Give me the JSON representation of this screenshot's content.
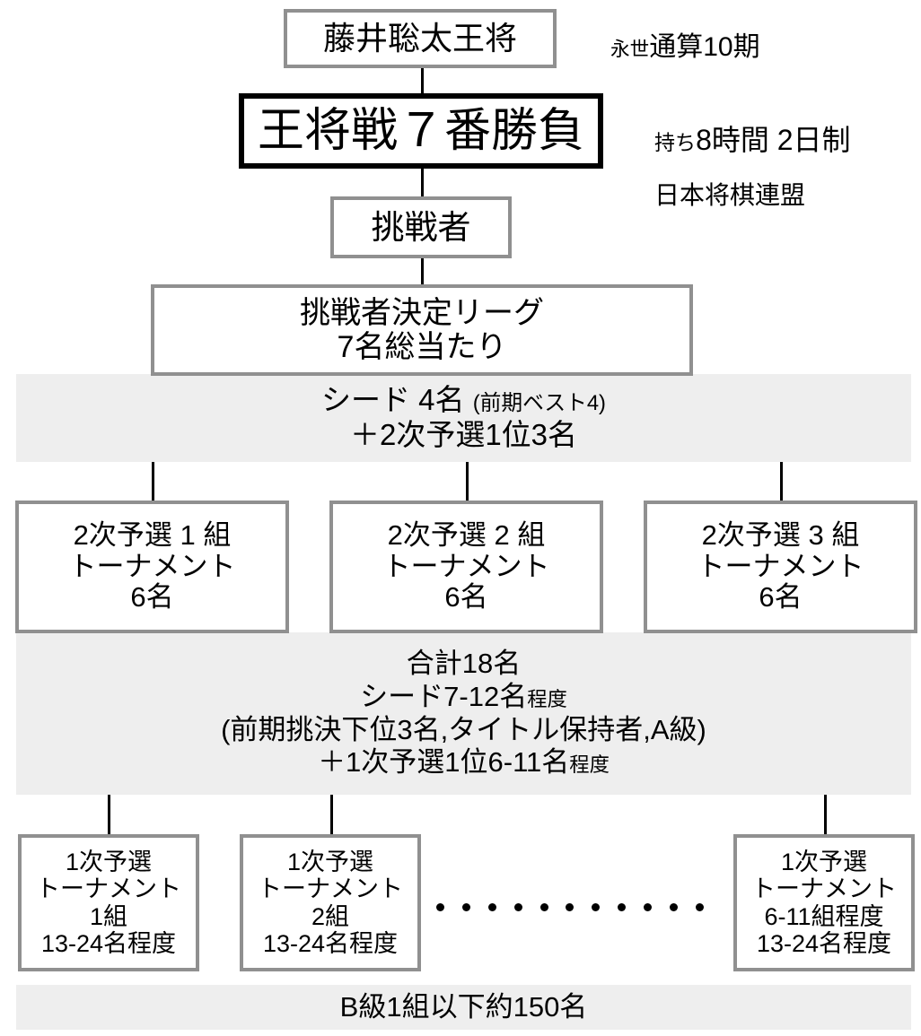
{
  "diagram": {
    "title_holder": "藤井聡太王将",
    "main_title": "王将戦７番勝負",
    "challenger": "挑戦者",
    "league": {
      "line1": "挑戦者決定リーグ",
      "line2": "7名総当たり"
    },
    "side_notes": {
      "eternal_prefix": "永世",
      "eternal_value": "通算10期",
      "time_prefix": "持ち",
      "time_value": "8時間 2日制",
      "organizer": "日本将棋連盟"
    },
    "seed_band": {
      "line1_main": "シード 4名 ",
      "line1_small": "(前期ベスト4)",
      "line2": "＋2次予選1位3名"
    },
    "second_prelim": [
      {
        "line1": "2次予選 1 組",
        "line2": "トーナメント",
        "line3": "6名"
      },
      {
        "line1": "2次予選 2 組",
        "line2": "トーナメント",
        "line3": "6名"
      },
      {
        "line1": "2次予選 3 組",
        "line2": "トーナメント",
        "line3": "6名"
      }
    ],
    "total_band": {
      "line1": "合計18名",
      "line2_main": "シード7-12名",
      "line2_small": "程度",
      "line3": "(前期挑決下位3名,タイトル保持者,A級)",
      "line4_main": "＋1次予選1位6-11名",
      "line4_small": "程度"
    },
    "first_prelim": [
      {
        "line1": "1次予選",
        "line2": "トーナメント",
        "line3": "1組",
        "line4": "13-24名程度"
      },
      {
        "line1": "1次予選",
        "line2": "トーナメント",
        "line3": "2組",
        "line4": "13-24名程度"
      },
      {
        "line1": "1次予選",
        "line2": "トーナメント",
        "line3": "6-11組程度",
        "line4": "13-24名程度"
      }
    ],
    "ellipsis_dot_count": 11,
    "bottom_band": "B級1組以下約150名",
    "colors": {
      "box_border": "#909090",
      "emphasis_border": "#000000",
      "band_fill": "#eeeeee",
      "connector": "#000000",
      "text": "#000000",
      "background": "#ffffff"
    }
  }
}
